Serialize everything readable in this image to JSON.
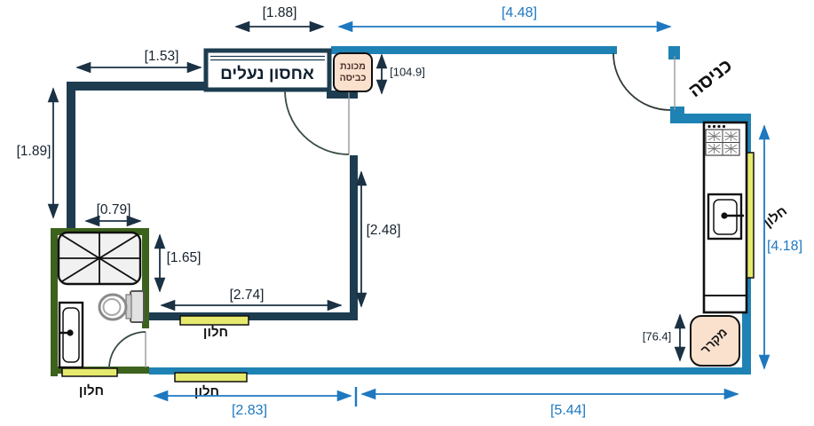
{
  "title": "apartment-floor-plan",
  "colors": {
    "wall_outer_teal": "#1f82b4",
    "wall_inner_navy": "#1d3c50",
    "wall_bath_green": "#3c621d",
    "window_yellow": "#e5ea6e",
    "appliance_peach": "#fae1ce",
    "dim_blue": "#1e78c0",
    "dim_dark": "#1b3144",
    "shower_fill": "#f1f1f1",
    "background": "#ffffff"
  },
  "labels": {
    "shoe_storage": "אחסון נעלים",
    "washing_line1": "מכונת",
    "washing_line2": "כביסה",
    "entrance": "כניסה",
    "window": "חלון",
    "fridge": "מקרר"
  },
  "dimensions": {
    "storage_width": "[1.88]",
    "hall_top_width": "[4.48]",
    "bedroom_top_width": "[1.53]",
    "washer_height": "[104.9]",
    "bedroom_left_height": "[1.89]",
    "shower_width": "[0.79]",
    "bath_side_height": "[1.65]",
    "room_bottom_width": "[2.74]",
    "room_right_height": "[2.48]",
    "bottom_left_width": "[2.83]",
    "bottom_right_width": "[5.44]",
    "fridge_height": "[76.4]",
    "right_wall_height": "[4.18]"
  }
}
